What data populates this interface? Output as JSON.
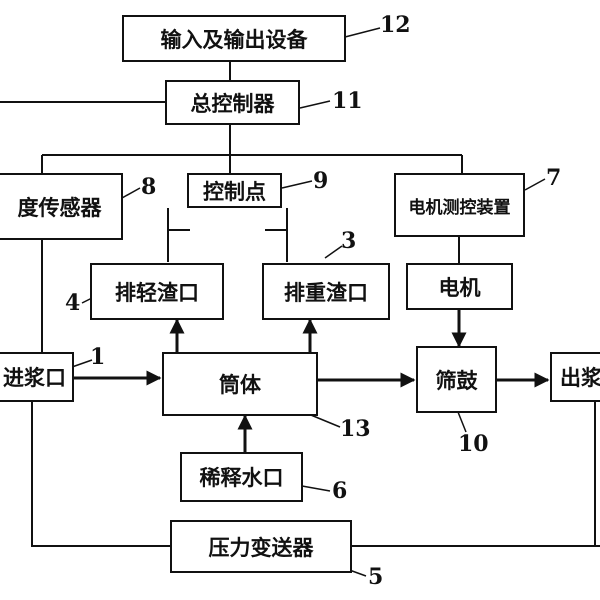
{
  "boxes": {
    "io_device": "输入及输出设备",
    "master_controller": "总控制器",
    "density_sensor": "度传感器",
    "control_point": "控制点",
    "motor_control": "电机测控装置",
    "light_slag": "排轻渣口",
    "heavy_slag": "排重渣口",
    "motor": "电机",
    "pulp_inlet": "进浆口",
    "cylinder": "筒体",
    "screen_drum": "筛鼓",
    "pulp_outlet": "出浆",
    "dilution_water": "稀释水口",
    "pressure_transmitter": "压力变送器"
  },
  "labels": {
    "n1": "1",
    "n3": "3",
    "n4": "4",
    "n5": "5",
    "n6": "6",
    "n7": "7",
    "n8": "8",
    "n9": "9",
    "n10": "10",
    "n11": "11",
    "n12": "12",
    "n13": "13"
  },
  "colors": {
    "line": "#111111",
    "background": "#ffffff"
  }
}
